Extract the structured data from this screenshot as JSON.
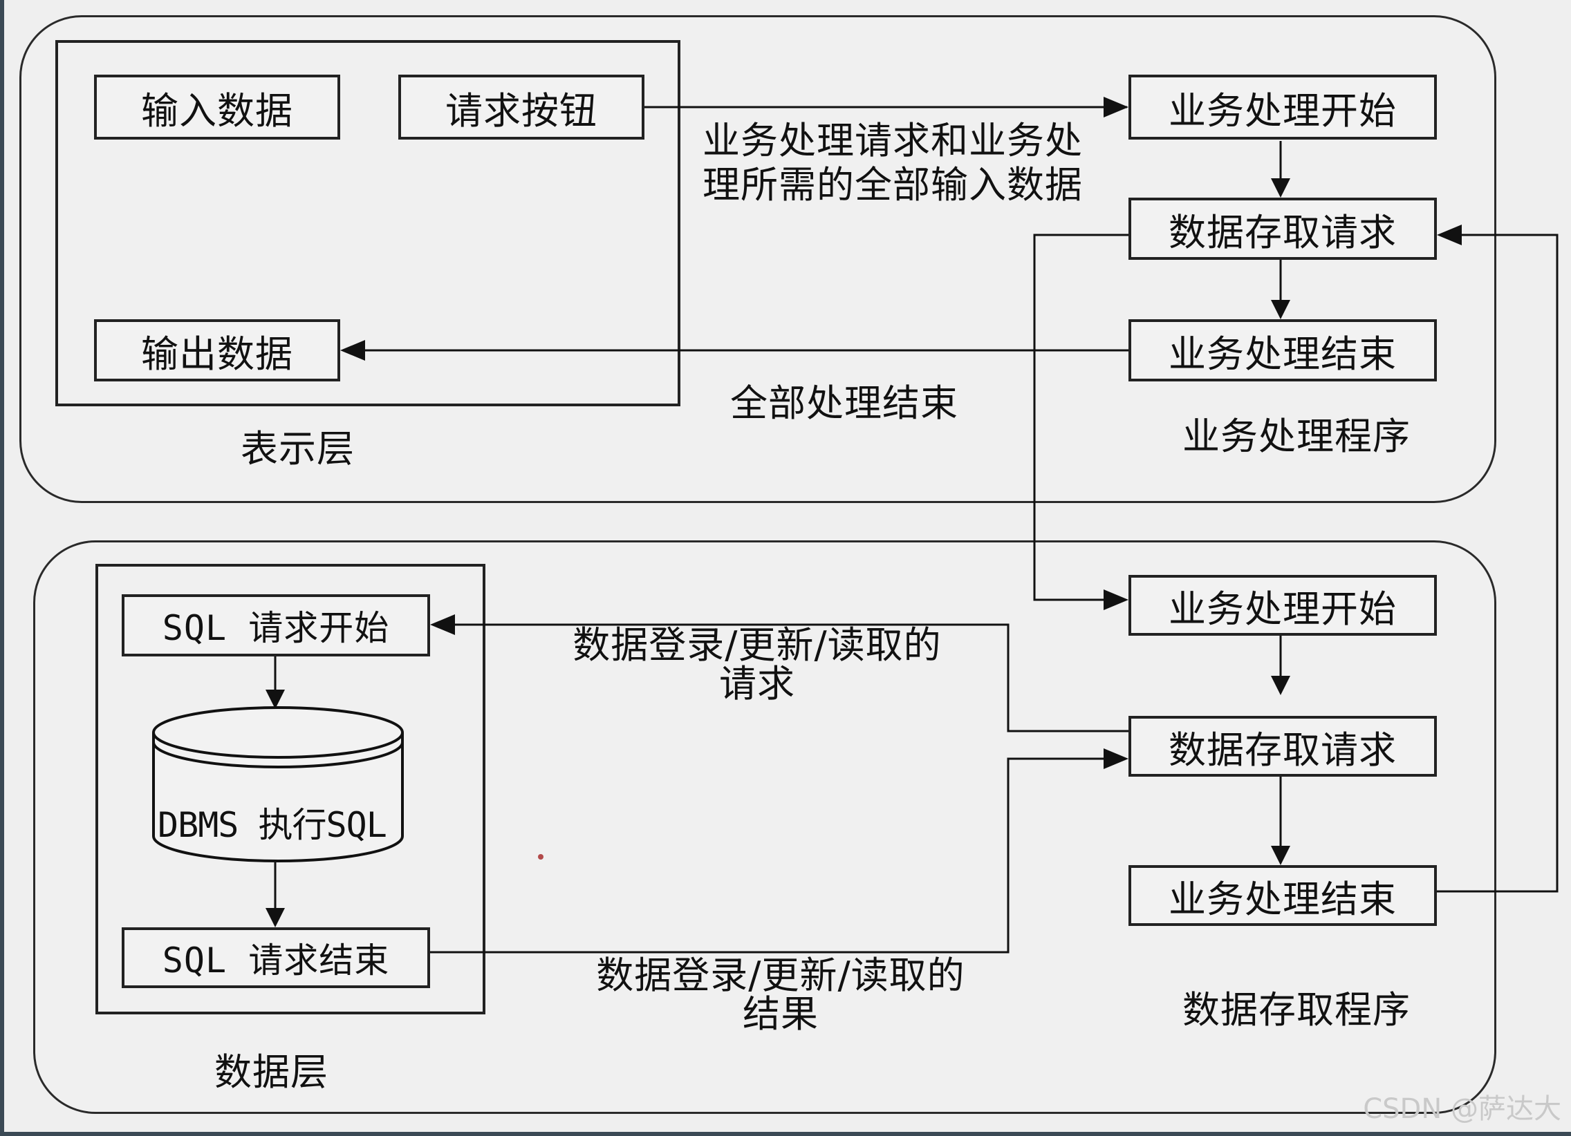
{
  "presentation_layer": {
    "label": "表示层",
    "input_data": "输入数据",
    "request_button": "请求按钮",
    "output_data": "输出数据"
  },
  "business_program": {
    "label": "业务处理程序",
    "start": "业务处理开始",
    "data_access_request": "数据存取请求",
    "end": "业务处理结束"
  },
  "data_access_program": {
    "label": "数据存取程序",
    "start": "业务处理开始",
    "data_access_request": "数据存取请求",
    "end": "业务处理结束"
  },
  "data_layer": {
    "label": "数据层",
    "sql_start": "SQL 请求开始",
    "dbms": "DBMS 执行SQL",
    "sql_end": "SQL 请求结束"
  },
  "annotations": {
    "request_line1": "业务处理请求和业务处",
    "request_line2": "理所需的全部输入数据",
    "all_done": "全部处理结束",
    "db_request_line1": "数据登录/更新/读取的",
    "db_request_line2": "请求",
    "db_result_line1": "数据登录/更新/读取的",
    "db_result_line2": "结果"
  },
  "watermark": "CSDN @萨达大",
  "colors": {
    "line": "#111111",
    "background": "#efefef"
  }
}
